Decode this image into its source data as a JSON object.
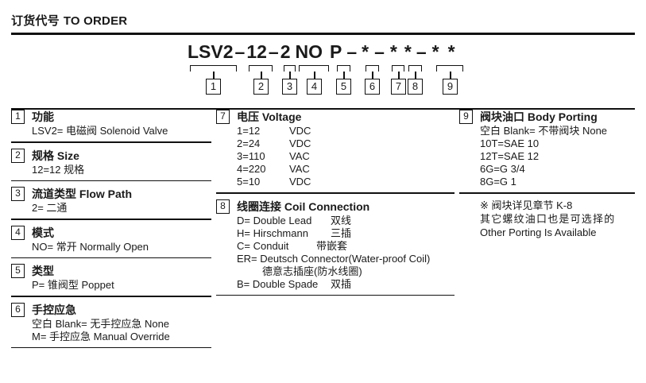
{
  "header": {
    "title_cn": "订货代号",
    "title_en": "TO ORDER"
  },
  "model_code": {
    "full": "LSV2 – 12 – 2 NO P – * – * * – * *",
    "tokens": [
      "LSV2",
      "–",
      "12",
      "–",
      "2",
      "NO",
      "P",
      "–",
      "*",
      "–",
      "*",
      "*",
      "–",
      "*",
      "*"
    ],
    "callouts": [
      "1",
      "2",
      "3",
      "4",
      "5",
      "6",
      "7",
      "8",
      "9"
    ]
  },
  "columns": {
    "left": [
      {
        "num": "1",
        "title": "功能",
        "options": [
          {
            "text": "LSV2= 电磁阀 Solenoid Valve"
          }
        ]
      },
      {
        "num": "2",
        "title": "规格 Size",
        "options": [
          {
            "text": "12=12 规格"
          }
        ]
      },
      {
        "num": "3",
        "title": "流道类型 Flow Path",
        "options": [
          {
            "text": "2= 二通"
          }
        ]
      },
      {
        "num": "4",
        "title": "模式",
        "options": [
          {
            "text": "NO= 常开 Normally Open"
          }
        ]
      },
      {
        "num": "5",
        "title": "类型",
        "options": [
          {
            "text": "P= 锥阀型 Poppet"
          }
        ]
      },
      {
        "num": "6",
        "title": "手控应急",
        "options": [
          {
            "text": "空白 Blank= 无手控应急 None"
          },
          {
            "text": "M= 手控应急 Manual Override"
          }
        ]
      }
    ],
    "middle": [
      {
        "num": "7",
        "title": "电压 Voltage",
        "rows": [
          {
            "key": "1=12",
            "value": "VDC"
          },
          {
            "key": "2=24",
            "value": "VDC"
          },
          {
            "key": "3=110",
            "value": "VAC"
          },
          {
            "key": "4=220",
            "value": "VAC"
          },
          {
            "key": "5=10",
            "value": "VDC"
          }
        ]
      },
      {
        "num": "8",
        "title": "线圈连接 Coil Connection",
        "rows": [
          {
            "key": "D= Double Lead",
            "value": "双线"
          },
          {
            "key": "H= Hirschmann",
            "value": "三插"
          },
          {
            "key": "C= Conduit",
            "value": "带嵌套"
          },
          {
            "key": "ER= Deutsch Connector(Water-proof Coil)",
            "value": ""
          },
          {
            "key": "德意志插座(防水线圈)",
            "value": "",
            "indent": true
          },
          {
            "key": "B= Double Spade",
            "value": "双插"
          }
        ]
      }
    ],
    "right": [
      {
        "num": "9",
        "title": "阀块油口 Body Porting",
        "options": [
          {
            "text": "空白 Blank= 不带阀块 None"
          },
          {
            "text": "10T=SAE 10"
          },
          {
            "text": "12T=SAE 12"
          },
          {
            "text": "6G=G 3/4"
          },
          {
            "text": "8G=G 1"
          }
        ]
      }
    ],
    "right_notes": [
      "※ 阀块详见章节 K-8",
      "其它螺纹油口也是可选择的",
      "Other Porting Is Available"
    ]
  }
}
